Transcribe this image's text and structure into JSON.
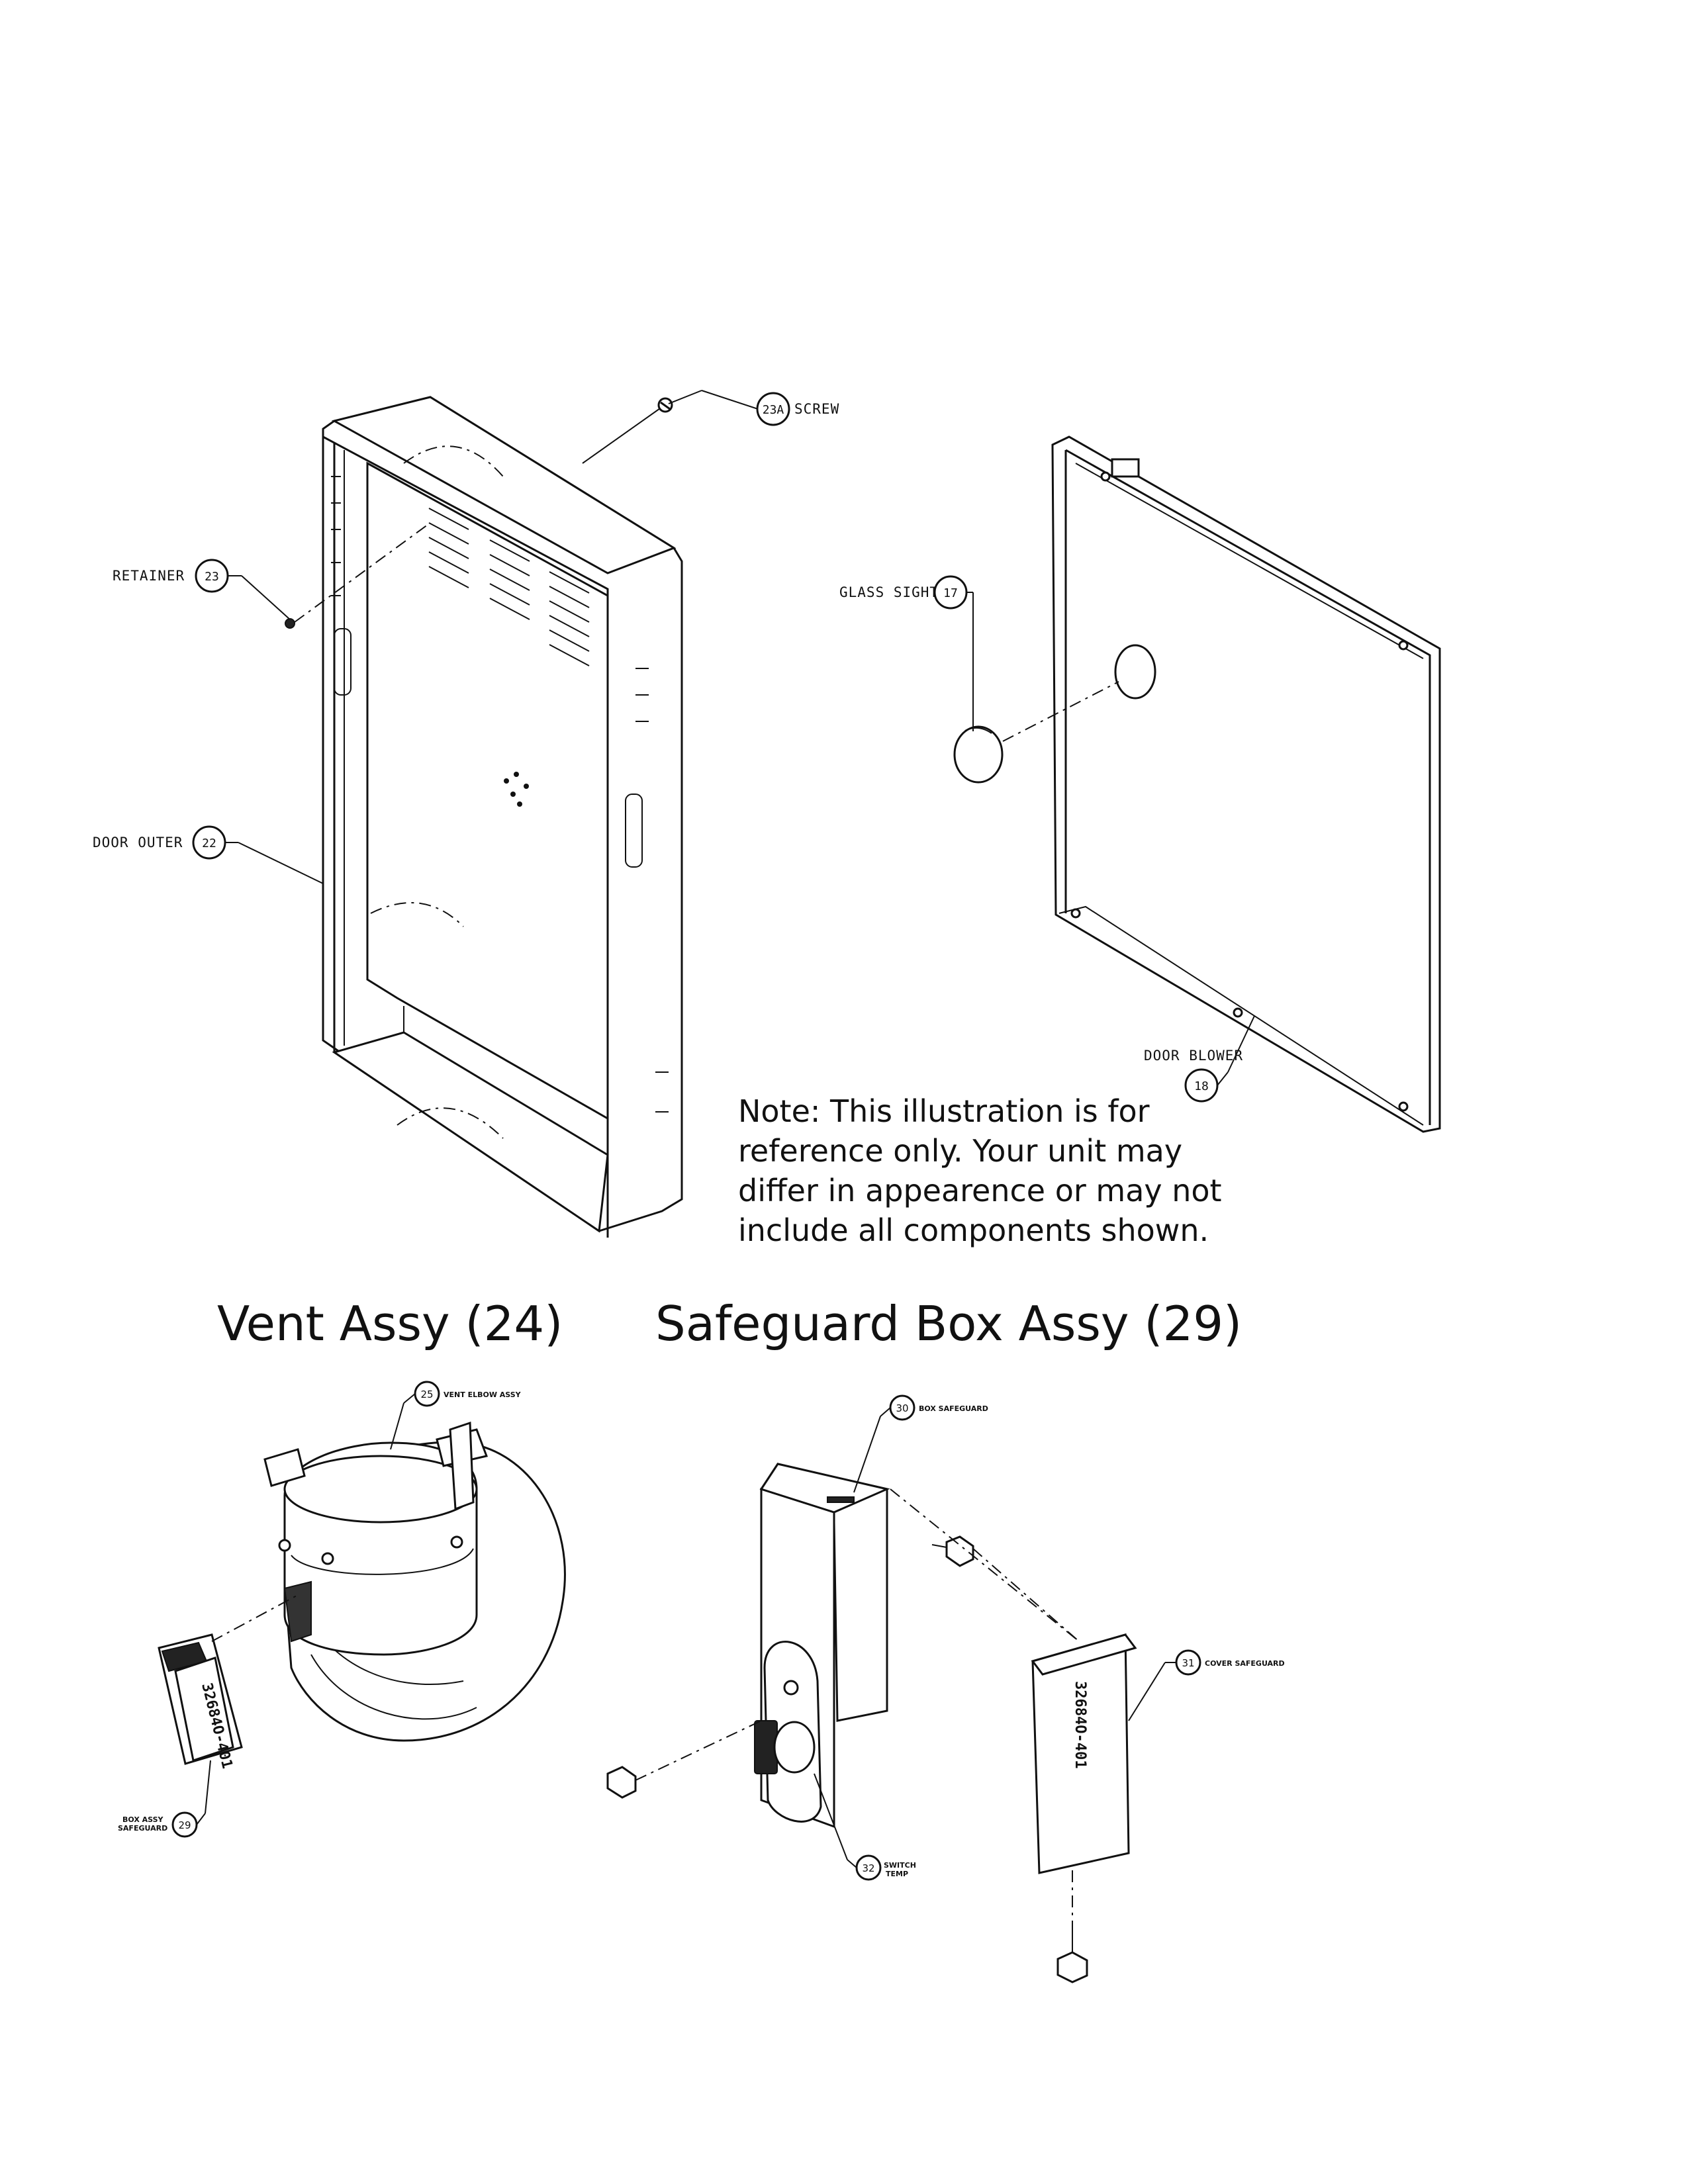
{
  "diagram": {
    "headings": {
      "vent_assy": "Vent Assy (24)",
      "safeguard_box_assy": "Safeguard Box Assy (29)"
    },
    "note": {
      "lines": [
        "Note: This illustration is for",
        "reference only. Your unit may",
        "differ in appearence or may not",
        "include all components shown."
      ]
    },
    "callouts": {
      "screw": {
        "number": "23A",
        "label": "SCREW"
      },
      "retainer": {
        "number": "23",
        "label": "RETAINER"
      },
      "door_outer": {
        "number": "22",
        "label": "DOOR OUTER"
      },
      "glass_sight": {
        "number": "17",
        "label": "GLASS SIGHT"
      },
      "door_blower": {
        "number": "18",
        "label": "DOOR BLOWER"
      },
      "vent_elbow_assy": {
        "number": "25",
        "label": "VENT ELBOW ASSY"
      },
      "box_assy_safeguard": {
        "number": "29",
        "label_line1": "BOX ASSY",
        "label_line2": "SAFEGUARD"
      },
      "box_safeguard": {
        "number": "30",
        "label": "BOX SAFEGUARD"
      },
      "cover_safeguard": {
        "number": "31",
        "label": "COVER SAFEGUARD"
      },
      "switch_temp": {
        "number": "32",
        "label_line1": "SWITCH",
        "label_line2": "TEMP"
      }
    },
    "part_markings": {
      "cover_part_number": "32684O-401",
      "box_part_number": "32684O-401"
    }
  }
}
